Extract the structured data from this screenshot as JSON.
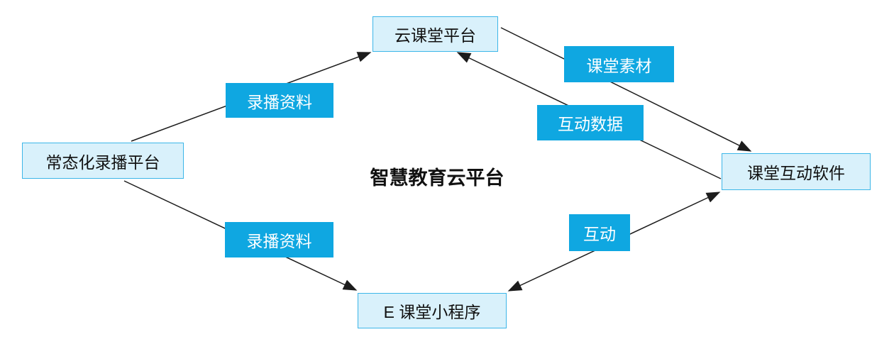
{
  "diagram": {
    "title": "智慧教育云平台",
    "nodes": [
      {
        "id": "cloud-classroom-platform",
        "label": "云课堂平台"
      },
      {
        "id": "normalized-recording-platform",
        "label": "常态化录播平台"
      },
      {
        "id": "classroom-interaction-software",
        "label": "课堂互动软件"
      },
      {
        "id": "e-classroom-mini-program",
        "label": "E 课堂小程序"
      }
    ],
    "edge_labels": [
      {
        "id": "recording-data-top",
        "label": "录播资料",
        "from": "常态化录播平台",
        "to": "云课堂平台",
        "bidirectional": false
      },
      {
        "id": "classroom-materials",
        "label": "课堂素材",
        "from": "云课堂平台",
        "to": "课堂互动软件",
        "bidirectional": false
      },
      {
        "id": "interaction-data",
        "label": "互动数据",
        "from": "课堂互动软件",
        "to": "云课堂平台",
        "bidirectional": false
      },
      {
        "id": "recording-data-bottom",
        "label": "录播资料",
        "from": "常态化录播平台",
        "to": "E 课堂小程序",
        "bidirectional": false
      },
      {
        "id": "interaction",
        "label": "互动",
        "from": "E 课堂小程序",
        "to": "课堂互动软件",
        "bidirectional": true
      }
    ],
    "colors": {
      "background": "#ffffff",
      "node_fill": "#d9f1fb",
      "node_border": "#3cb6e8",
      "edge_label_fill": "#0fa7e1",
      "edge_label_text": "#ffffff",
      "arrow_line": "#1c1c1c",
      "node_text": "#111111"
    }
  }
}
